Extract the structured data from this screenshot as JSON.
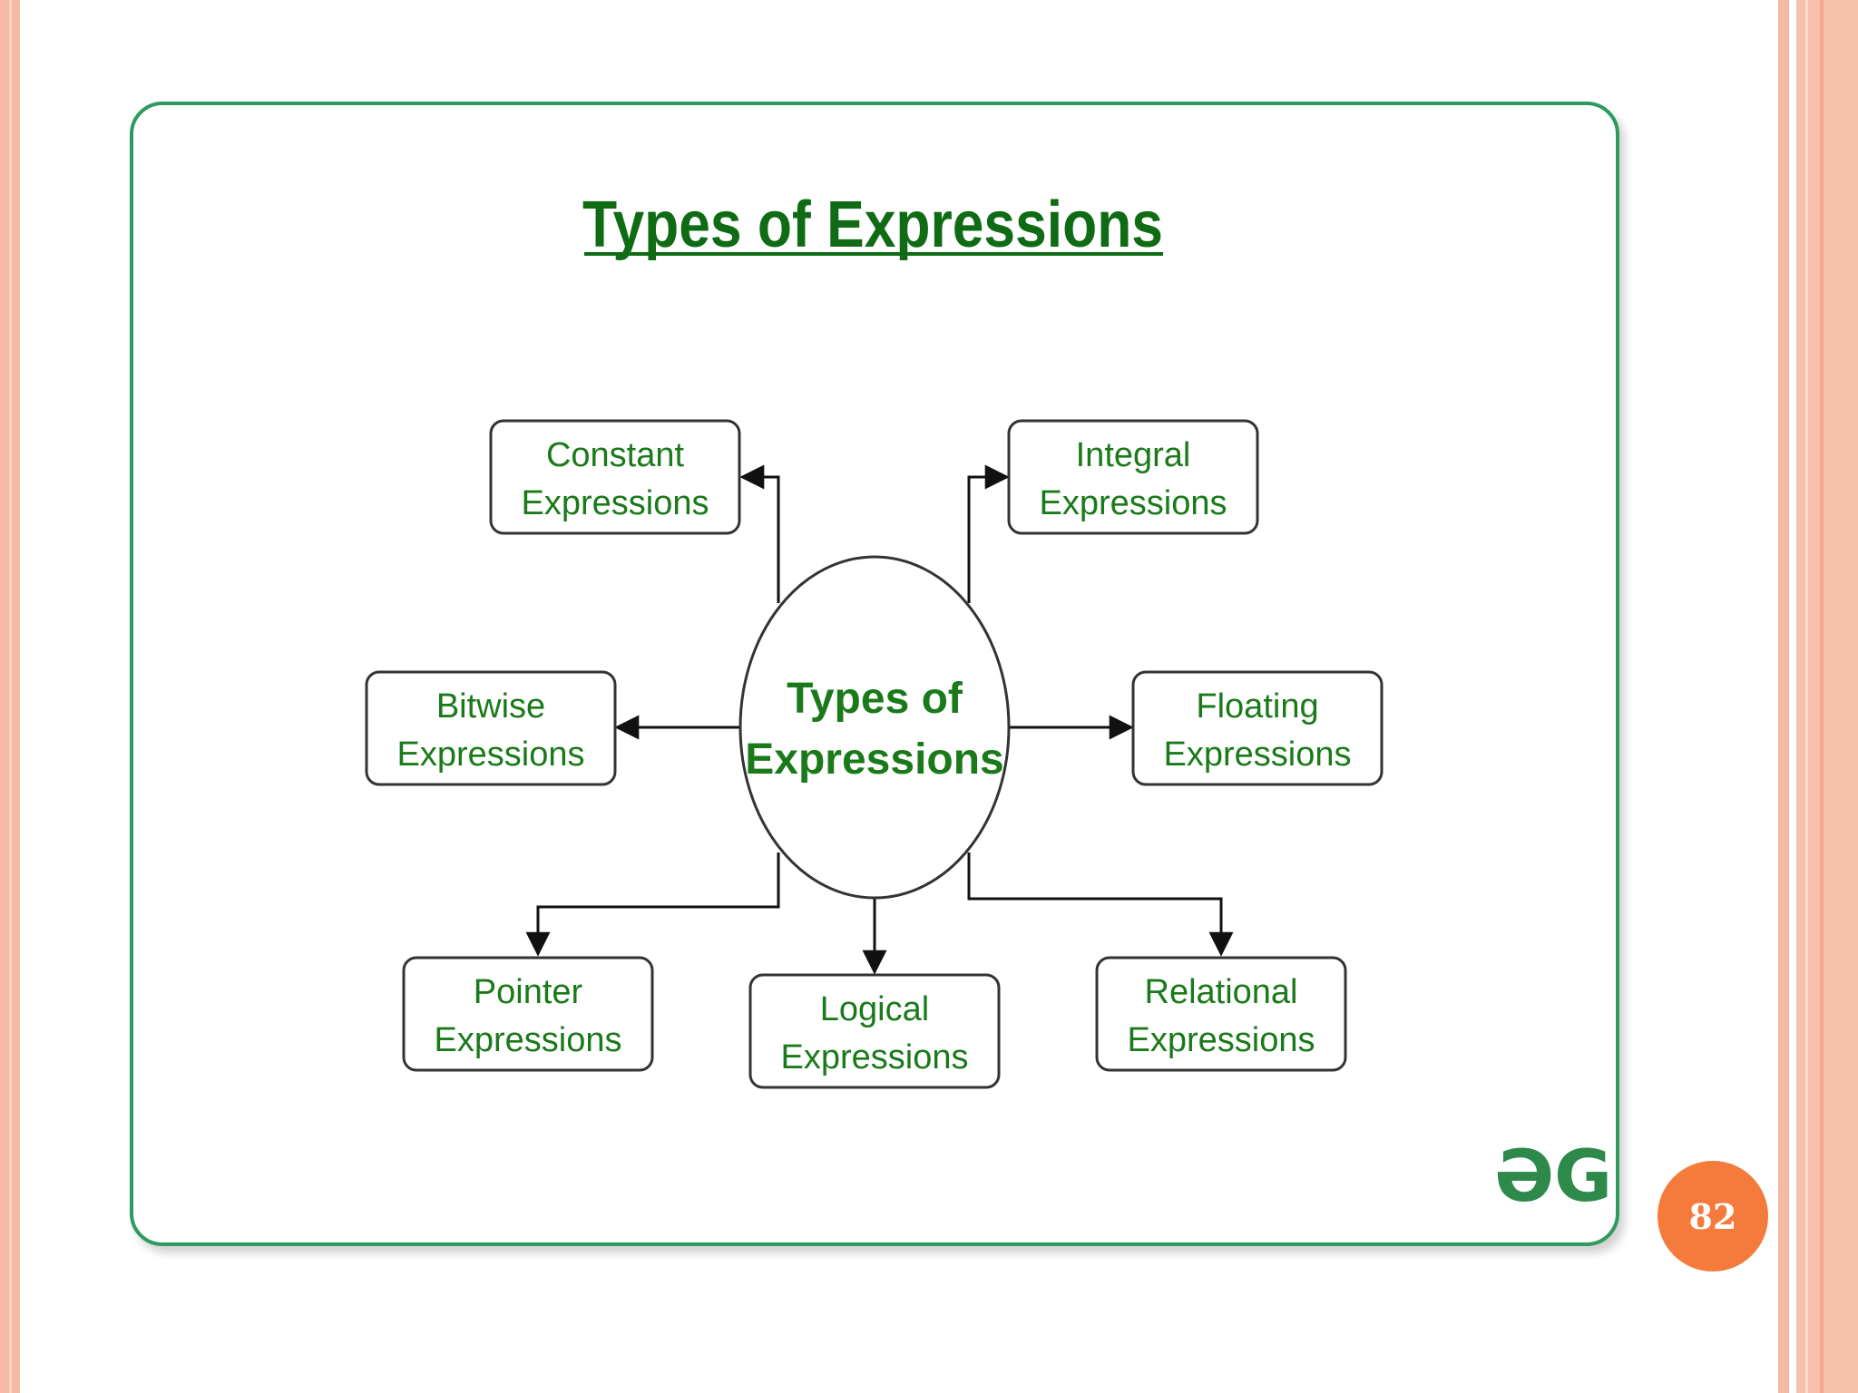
{
  "diagram": {
    "title": "Types of Expressions",
    "center": {
      "line1": "Types of",
      "line2": "Expressions"
    },
    "nodes": [
      {
        "id": "constant",
        "line1": "Constant",
        "line2": "Expressions"
      },
      {
        "id": "integral",
        "line1": "Integral",
        "line2": "Expressions"
      },
      {
        "id": "bitwise",
        "line1": "Bitwise",
        "line2": "Expressions"
      },
      {
        "id": "floating",
        "line1": "Floating",
        "line2": "Expressions"
      },
      {
        "id": "pointer",
        "line1": "Pointer",
        "line2": "Expressions"
      },
      {
        "id": "logical",
        "line1": "Logical",
        "line2": "Expressions"
      },
      {
        "id": "relational",
        "line1": "Relational",
        "line2": "Expressions"
      }
    ],
    "logo": "ƏG"
  },
  "slide": {
    "page_number": "82"
  },
  "colors": {
    "text_green": "#1a7a1a",
    "title_green": "#0f6b14",
    "frame_green": "#2d9a5f",
    "node_border": "#333333",
    "badge": "#f47b3c",
    "border_peach": "#f6b9a3"
  }
}
